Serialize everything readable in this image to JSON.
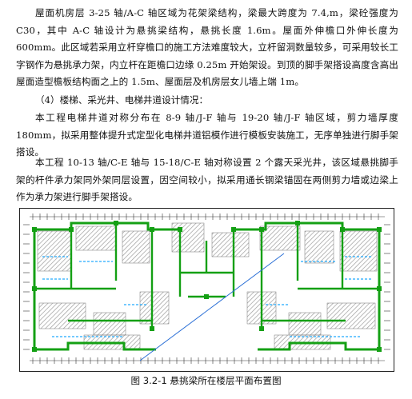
{
  "paragraphs": [
    "屋面机房层 3-25 轴/A-C 轴区域为花架梁结构，梁最大跨度为 7.4,m，梁砼强度为 C30，其中 A-C 轴设计为悬挑梁结构，悬挑长度 1.6m。屋面外伸檐口外伸长度为 600mm。此区域若采用立杆穿檐口的施工方法难度较大，立杆留洞数量较多，可采用较长工字钢作为悬挑承力架，内立杆在距檐口边缘 0.25m 开始架设。到顶的脚手架搭设高度含高出屋面造型檐板结构面之上的 1.5m、屋面层及机房层女儿墙上端 1m。",
    "本工程电梯井道对称分布在 8-9 轴/J-F 轴与 19-20 轴/J-F 轴区域，剪力墙厚度 180mm，拟采用整体提升式定型化电梯井道铝模作进行模板安装施工，无序单独进行脚手架搭设。",
    "本工程 10-13 轴/C-E 轴与 15-18/C-E 轴对称设置 2 个露天采光井，该区域悬挑脚手架的杆件承力架同外架同层设置，因空间较小，拟采用通长钢梁锚固在两侧剪力墙或边梁上作为承力架进行脚手架搭设。"
  ],
  "heading": "（4）楼梯、采光井、电梯井道设计情况：",
  "figure": {
    "caption": "图 3.2-1  悬挑梁所在楼层平面布置图",
    "colors": {
      "wall": "#14a014",
      "beam": "#22aaff",
      "hatch": "#9c9c9c",
      "dim": "#333333",
      "diagonal": "#2a6fd6"
    }
  }
}
